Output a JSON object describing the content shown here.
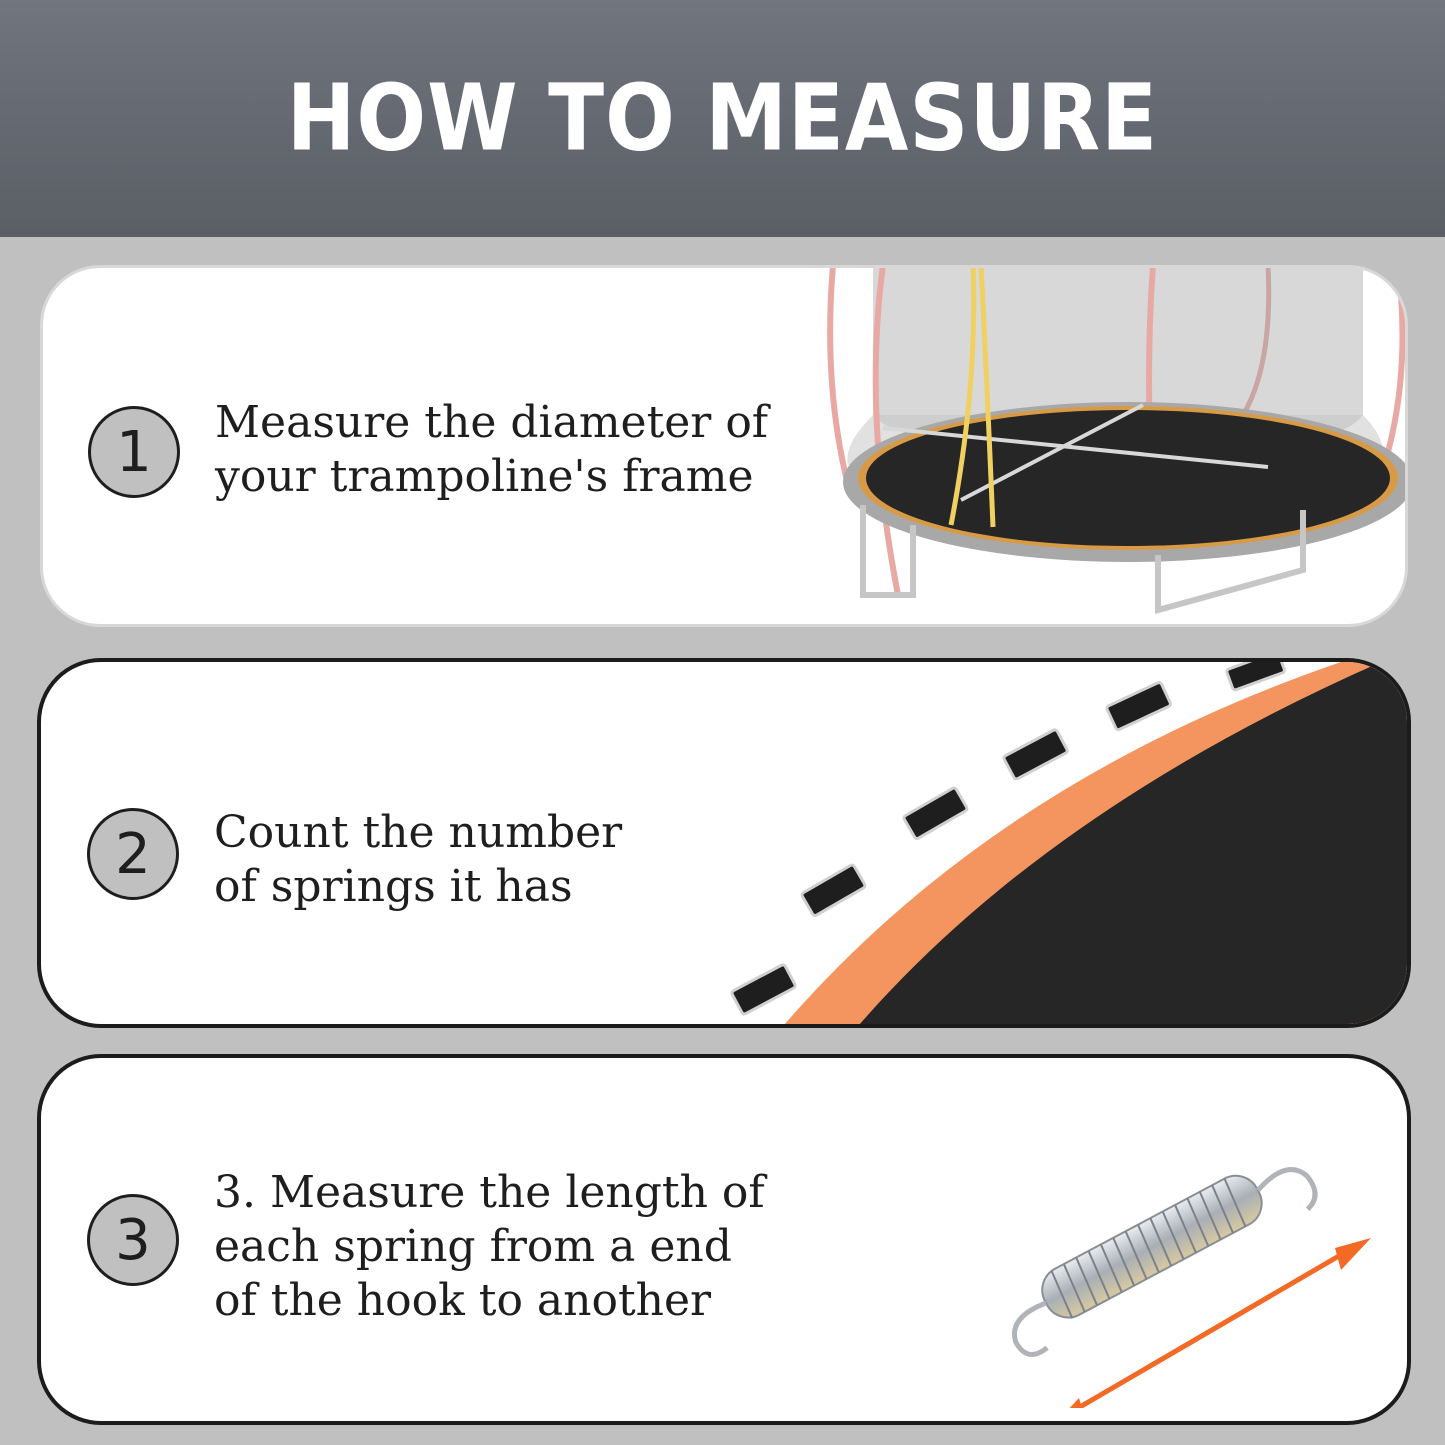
{
  "header": {
    "title": "HOW TO MEASURE"
  },
  "steps": [
    {
      "number": "1",
      "lines": [
        "Measure the diameter of",
        "your trampoline's frame"
      ],
      "image": "trampoline-with-net-illustration"
    },
    {
      "number": "2",
      "lines": [
        "Count the number",
        "of springs it has"
      ],
      "image": "trampoline-mat-edge-with-spring-loops"
    },
    {
      "number": "3",
      "lines": [
        "3. Measure the length of",
        "each spring from a end",
        "of the hook to another"
      ],
      "image": "spring-with-double-arrow"
    }
  ],
  "colors": {
    "header_top": "#70757e",
    "header_bottom": "#5a5e65",
    "background": "#c0c0c0",
    "card": "#ffffff",
    "text": "#1e1e1e",
    "orange_band": "#f4945f",
    "arrow": "#f26a25",
    "mat": "#262626"
  }
}
